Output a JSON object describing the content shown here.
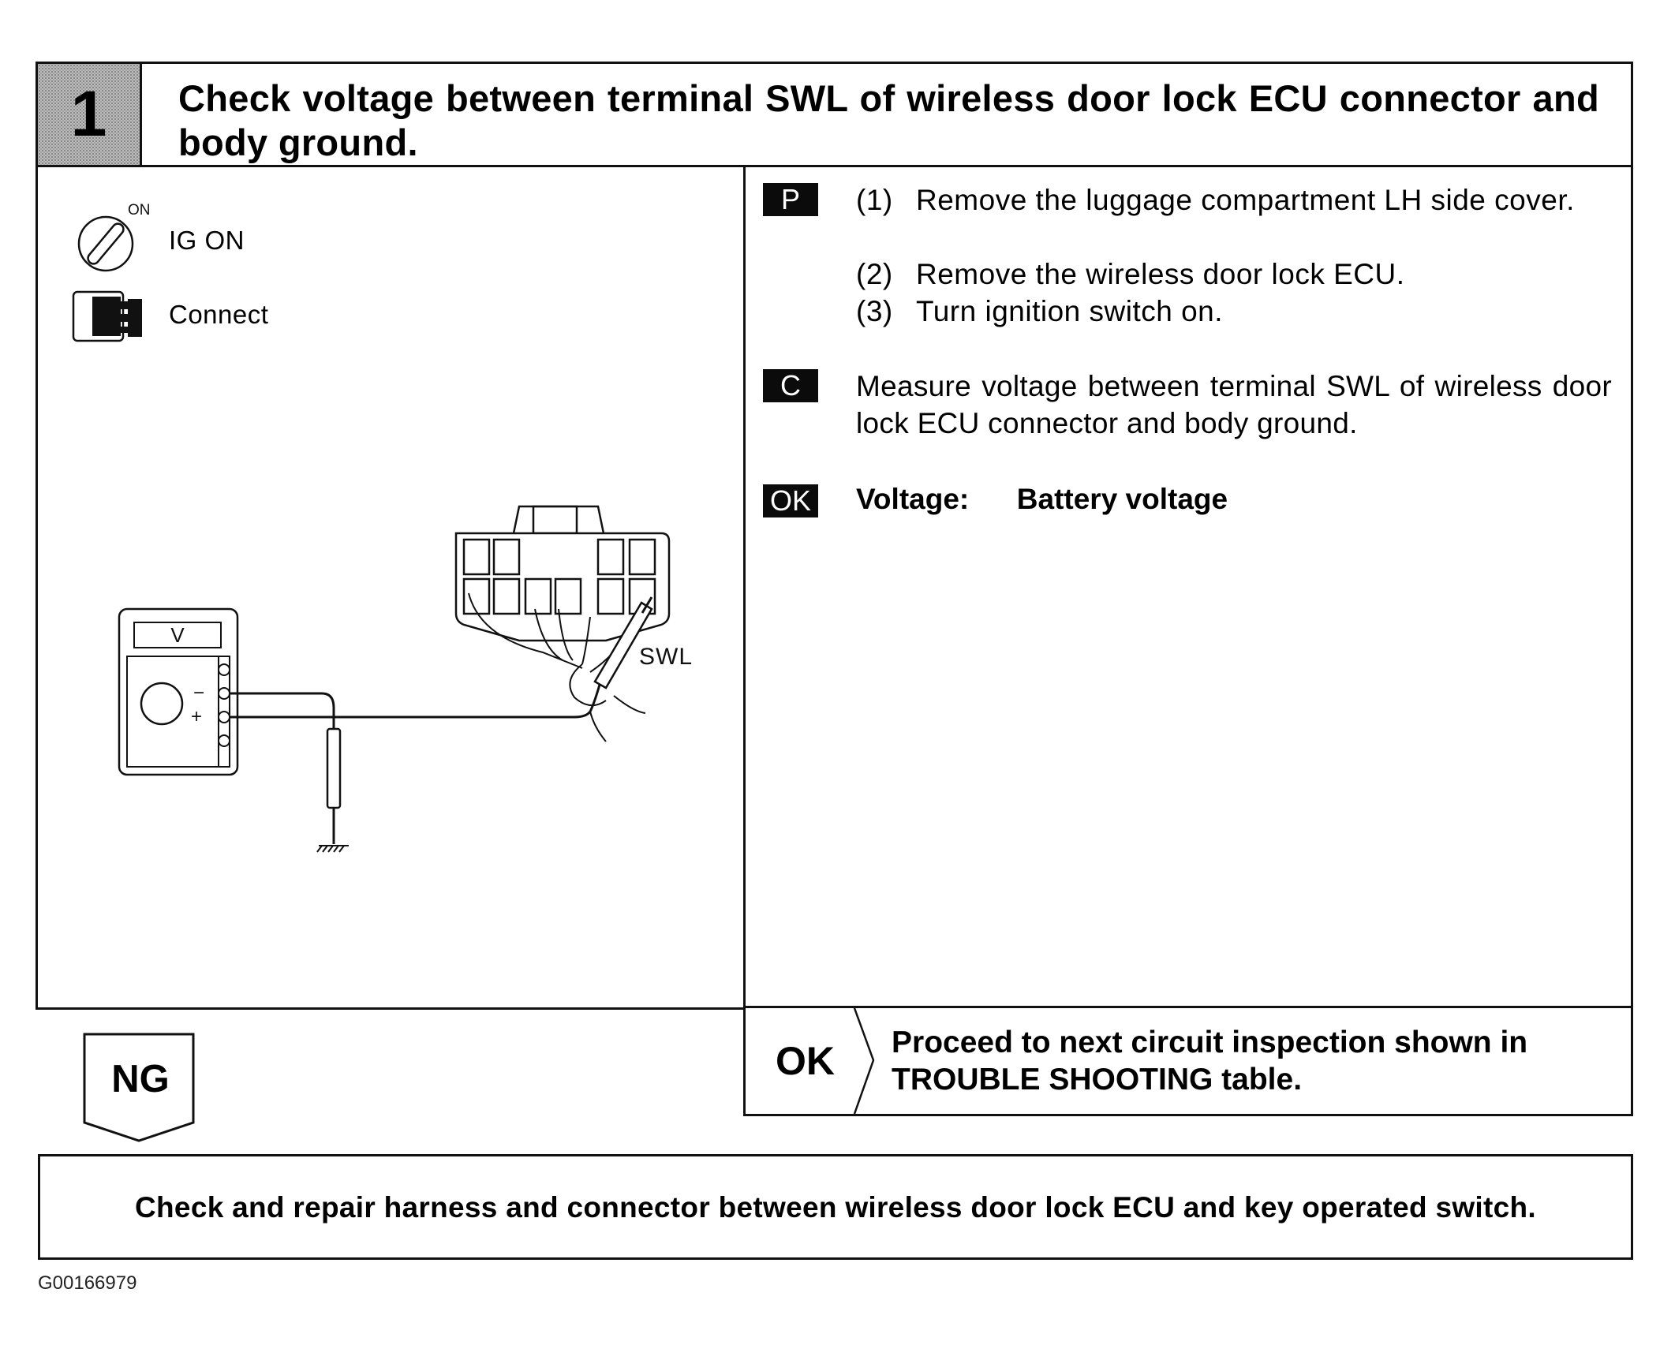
{
  "step": {
    "number": "1",
    "title": "Check voltage between terminal SWL of wireless door lock ECU connector and body ground."
  },
  "legend": {
    "ignition_superscript": "ON",
    "ignition_label": "IG ON",
    "connector_label": "Connect"
  },
  "diagram": {
    "meter_label": "V",
    "minus_sign": "−",
    "plus_sign": "+",
    "terminal_label": "SWL"
  },
  "procedure": {
    "p_tag": "P",
    "steps": [
      {
        "num": "(1)",
        "text": "Remove the luggage compartment LH side cover."
      },
      {
        "num": "(2)",
        "text": "Remove the wireless door lock ECU."
      },
      {
        "num": "(3)",
        "text": "Turn ignition switch on."
      }
    ],
    "c_tag": "C",
    "check_text": "Measure voltage between terminal SWL of wireless door lock ECU connector and body ground.",
    "ok_tag": "OK",
    "spec_label": "Voltage:",
    "spec_value": "Battery voltage"
  },
  "result": {
    "ok_label": "OK",
    "ok_text": "Proceed to next circuit inspection shown in TROUBLE SHOOTING table.",
    "ng_label": "NG",
    "ng_text": "Check and repair harness and connector between wireless door lock ECU and key operated switch."
  },
  "figure_code": "G00166979"
}
